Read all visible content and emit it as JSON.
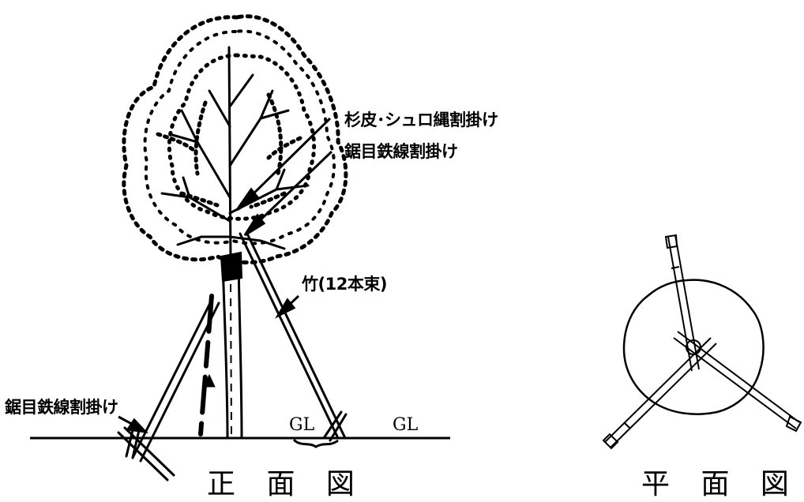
{
  "front_view": {
    "callout_bark_rope": "杉皮･シュロ縄割掛け",
    "callout_wire_top": "鋸目鉄線割掛け",
    "callout_bamboo": "竹(12本束)",
    "callout_wire_ground": "鋸目鉄線割掛け",
    "ground_label_center": "GL",
    "ground_label_right": "GL",
    "caption": "正 面 図"
  },
  "plan_view": {
    "caption": "平 面 図"
  }
}
